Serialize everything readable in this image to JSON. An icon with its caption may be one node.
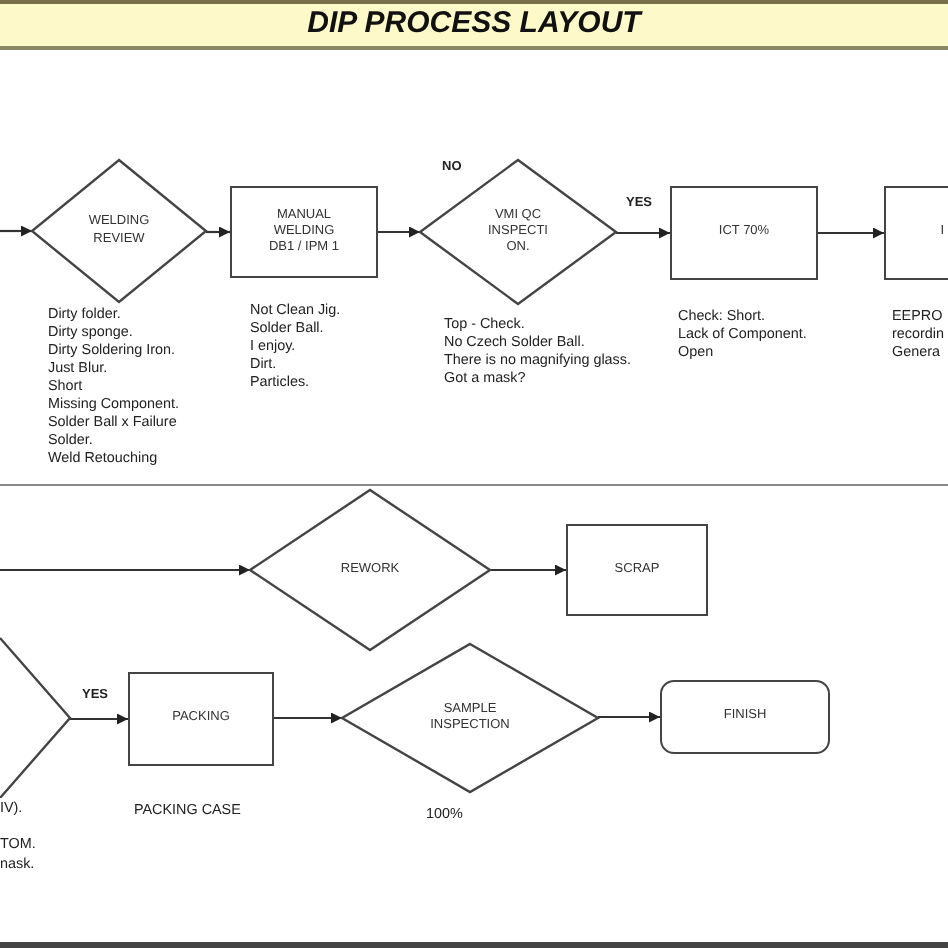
{
  "diagram": {
    "title": "DIP PROCESS LAYOUT",
    "nodes": [
      {
        "text": [
          "WELDING REVIEW"
        ],
        "beside": [
          "Dirty folder.",
          "Dirty sponge.",
          "Dirty Soldering Iron.",
          "Just Blur.",
          "Short",
          "Missing Component.",
          "Solder Ball x Failure",
          "Solder.",
          "Weld Retouching"
        ]
      },
      {
        "text": [
          "MANUAL WELDING DB1 / IPM 1"
        ],
        "beside": [
          "Not Clean Jig.",
          "Solder Ball.",
          "I enjoy.",
          "Dirt.",
          "Particles."
        ]
      },
      {
        "text": [
          "VMI QC INSPECTI ON."
        ],
        "beside": [
          "Top - Check.",
          "No Czech Solder Ball.",
          "There is no magnifying glass.",
          "Got a mask?"
        ]
      },
      {
        "text": [
          "ICT 70%"
        ],
        "beside": [
          "Check: Short.",
          "Lack of Component.",
          "Open"
        ]
      },
      {
        "text": [
          "I"
        ],
        "beside": [
          "EEPRO",
          "recordin",
          "Genera"
        ]
      },
      {
        "text": [
          "REWORK"
        ]
      },
      {
        "text": [
          "SCRAP"
        ]
      },
      {
        "text": [],
        "shape": "diamond"
      },
      {
        "text": [
          "PACKING"
        ],
        "beside": [
          "PACKING CASE"
        ]
      },
      {
        "text": [
          "SAMPLE INSPECTION"
        ],
        "beside": [
          "100%"
        ]
      },
      {
        "text": [
          "FINISH"
        ]
      }
    ],
    "edges": [
      {
        "from": null,
        "to": 0,
        "arrow": "to"
      },
      {
        "from": 0,
        "to": 1,
        "arrow": "to"
      },
      {
        "from": 1,
        "to": 2,
        "arrow": "to"
      },
      {
        "from": 2,
        "to": 3,
        "arrow": "to",
        "label": "YES"
      },
      {
        "from": 3,
        "to": 4,
        "arrow": "to"
      },
      {
        "from": null,
        "to": 5,
        "arrow": "to"
      },
      {
        "from": 5,
        "to": 6,
        "arrow": "to"
      },
      {
        "from": 7,
        "to": 8,
        "arrow": "to",
        "label": "YES"
      },
      {
        "from": 8,
        "to": 9,
        "arrow": "to"
      },
      {
        "from": 9,
        "to": 10,
        "arrow": "to"
      }
    ],
    "labels": [
      "NO",
      "IV).",
      "TOM.",
      "nask."
    ]
  }
}
